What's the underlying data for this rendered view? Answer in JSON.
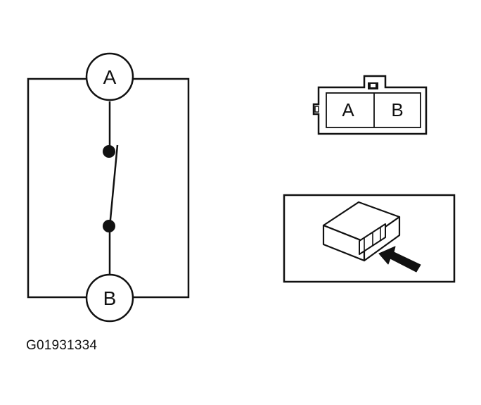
{
  "schematic": {
    "terminal_a": "A",
    "terminal_b": "B"
  },
  "connector": {
    "pin_a": "A",
    "pin_b": "B"
  },
  "figure_code": "G01931334",
  "colors": {
    "ink": "#111111",
    "background": "#ffffff"
  }
}
